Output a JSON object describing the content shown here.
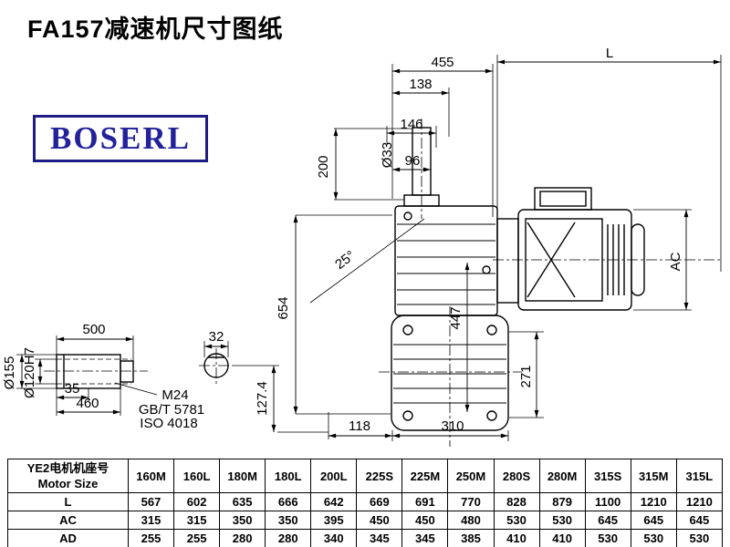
{
  "page": {
    "title": "FA157减速机尺寸图纸",
    "logo": "BOSERL"
  },
  "dims": {
    "d455": "455",
    "L": "L",
    "d138": "138",
    "d146": "146",
    "d96": "96",
    "dia33": "Ø33",
    "d200": "200",
    "d654": "654",
    "angle25": "25°",
    "ac": "AC",
    "d447": "447",
    "d271": "271",
    "d118": "118",
    "d310": "310",
    "d500": "500",
    "d35": "35",
    "d460": "460",
    "dia155": "Ø155",
    "dia120": "Ø120H7",
    "thread": "M24",
    "std_gb": "GB/T 5781",
    "std_iso": "ISO 4018",
    "d32": "32",
    "d127": "127.4"
  },
  "table": {
    "header_cn": "YE2电机机座号",
    "header_en": "Motor Size",
    "columns": [
      "160M",
      "160L",
      "180M",
      "180L",
      "200L",
      "225S",
      "225M",
      "250M",
      "280S",
      "280M",
      "315S",
      "315M",
      "315L"
    ],
    "rows": [
      {
        "label": "L",
        "values": [
          "567",
          "602",
          "635",
          "666",
          "642",
          "669",
          "691",
          "770",
          "828",
          "879",
          "1100",
          "1210",
          "1210"
        ]
      },
      {
        "label": "AC",
        "values": [
          "315",
          "315",
          "350",
          "350",
          "395",
          "450",
          "450",
          "480",
          "530",
          "530",
          "645",
          "645",
          "645"
        ]
      },
      {
        "label": "AD",
        "values": [
          "255",
          "255",
          "280",
          "280",
          "340",
          "345",
          "345",
          "385",
          "410",
          "410",
          "530",
          "530",
          "530"
        ]
      }
    ]
  }
}
